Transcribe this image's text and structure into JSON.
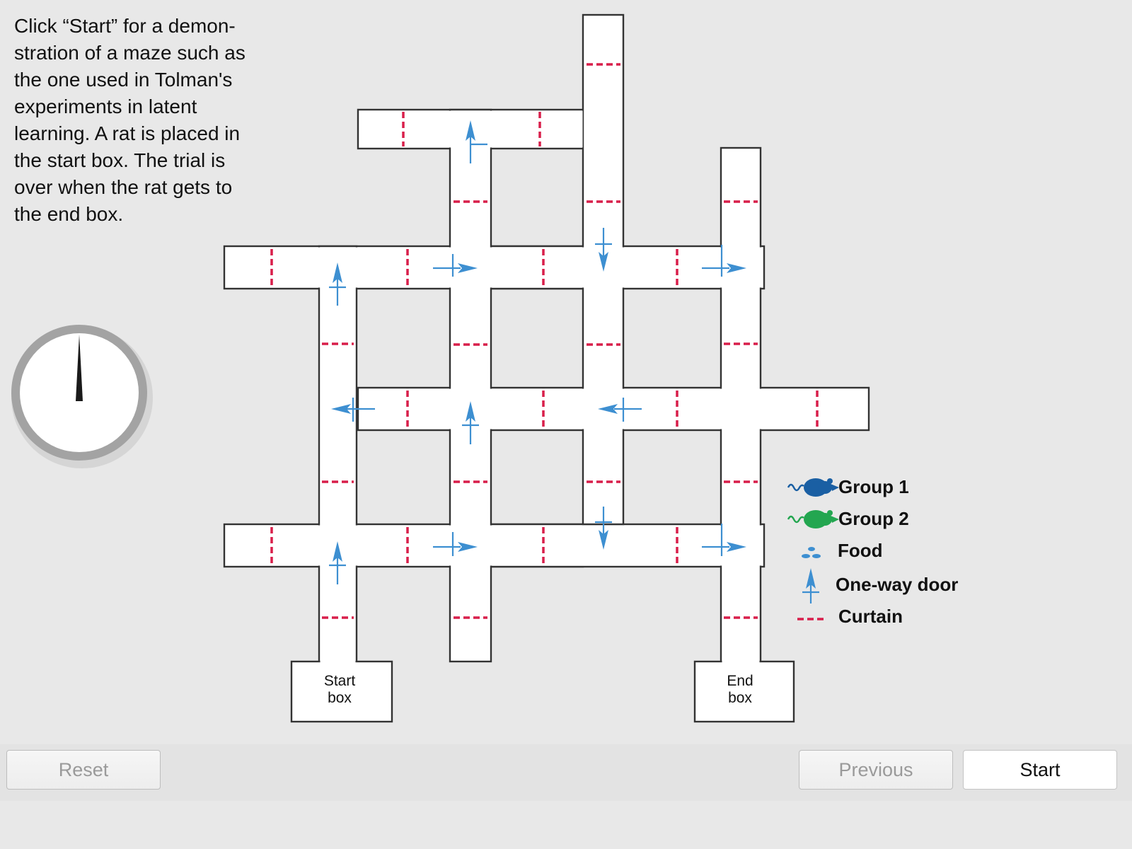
{
  "instructions": {
    "lines": [
      "Click “Start” for a demon-",
      "stration of a maze such as",
      "the one used in Tolman's",
      "experiments in latent",
      "learning. A rat is placed in",
      "the start box. The trial is",
      "over when the rat gets to",
      "the end box."
    ]
  },
  "timer": {
    "hand_angle_deg": 0
  },
  "maze": {
    "start_box": {
      "line1": "Start",
      "line2": "box"
    },
    "end_box": {
      "line1": "End",
      "line2": "box"
    }
  },
  "legend": {
    "group1": "Group 1",
    "group2": "Group 2",
    "food": "Food",
    "door": "One-way door",
    "curtain": "Curtain"
  },
  "colors": {
    "curtain": "#d81e4a",
    "door": "#3d8fd1",
    "group1": "#1a5fa3",
    "group2": "#23a650",
    "wall": "#333333",
    "corridor": "#ffffff"
  },
  "buttons": {
    "reset": "Reset",
    "previous": "Previous",
    "start": "Start"
  }
}
